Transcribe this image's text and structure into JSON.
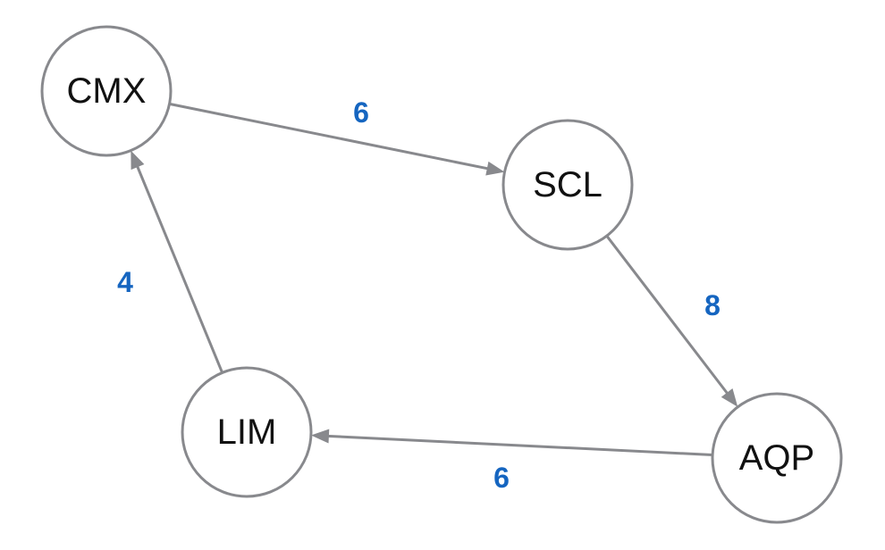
{
  "colors": {
    "node_stroke": "#88898d",
    "node_fill": "#ffffff",
    "edge": "#88898d",
    "weight_text": "#1565c0",
    "label_text": "#111111"
  },
  "nodes": [
    {
      "id": "CMX",
      "label": "CMX"
    },
    {
      "id": "SCL",
      "label": "SCL"
    },
    {
      "id": "AQP",
      "label": "AQP"
    },
    {
      "id": "LIM",
      "label": "LIM"
    }
  ],
  "edges": [
    {
      "from": "CMX",
      "to": "SCL",
      "weight": "6"
    },
    {
      "from": "SCL",
      "to": "AQP",
      "weight": "8"
    },
    {
      "from": "AQP",
      "to": "LIM",
      "weight": "6"
    },
    {
      "from": "LIM",
      "to": "CMX",
      "weight": "4"
    }
  ]
}
